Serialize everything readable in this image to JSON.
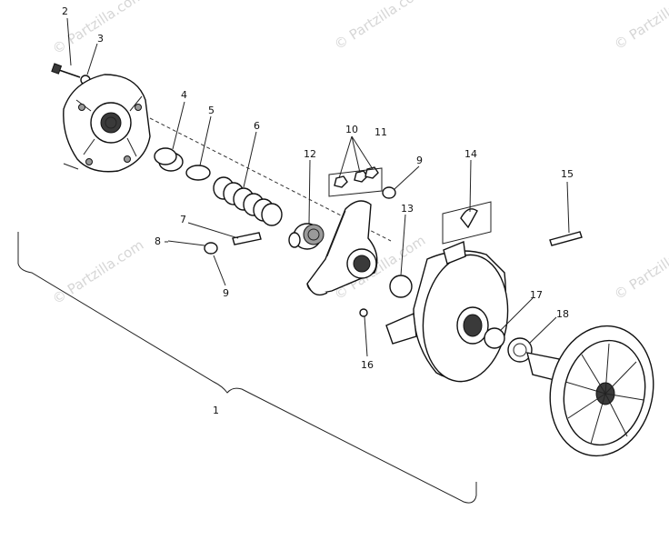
{
  "watermark": {
    "text": "© Partzilla.com"
  },
  "callouts": [
    "1",
    "2",
    "3",
    "4",
    "5",
    "6",
    "7",
    "8",
    "9",
    "10",
    "11",
    "12",
    "13",
    "9",
    "14",
    "15",
    "16",
    "17",
    "18"
  ]
}
